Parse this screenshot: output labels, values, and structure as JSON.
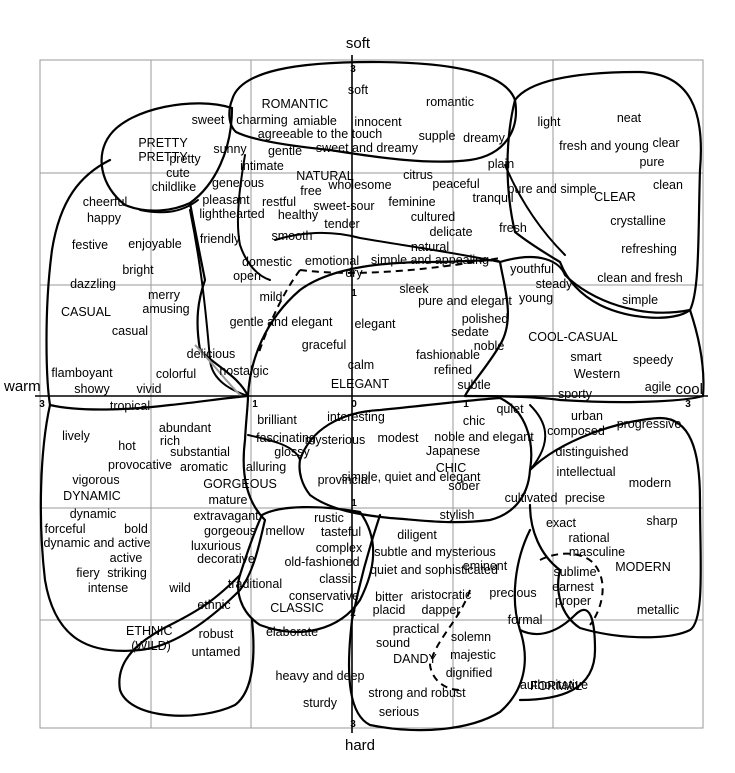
{
  "poles": {
    "top": "soft",
    "bottom": "hard",
    "left": "warm",
    "right": "cool"
  },
  "ticks": [
    "3",
    "1",
    "1",
    "0",
    "1",
    "1",
    "2",
    "3",
    "3",
    "3"
  ],
  "categories": [
    "ROMANTIC",
    "PRETTY",
    "NATURAL",
    "CLEAR",
    "CASUAL",
    "ELEGANT",
    "COOL-CASUAL",
    "GORGEOUS",
    "CHIC",
    "DYNAMIC",
    "MODERN",
    "CLASSIC",
    "ETHNIC\n(WILD)",
    "DANDY",
    "FORMAL"
  ],
  "words": [
    "soft",
    "romantic",
    "sweet",
    "charming",
    "amiable",
    "innocent",
    "agreeable to the touch",
    "supple",
    "dreamy",
    "sweet and dreamy",
    "PRETTY",
    "pretty",
    "cute",
    "childlike",
    "sunny",
    "gentle",
    "intimate",
    "generous",
    "pleasant",
    "lighthearted",
    "restful",
    "healthy",
    "friendly",
    "free",
    "citrus",
    "wholesome",
    "peaceful",
    "plain",
    "light",
    "neat",
    "fresh and young",
    "clear",
    "pure",
    "clean",
    "cheerful",
    "happy",
    "festive",
    "enjoyable",
    "bright",
    "dazzling",
    "merry",
    "amusing",
    "casual",
    "sweet-sour",
    "feminine",
    "cultured",
    "tender",
    "delicate",
    "tranquil",
    "fresh",
    "pure and simple",
    "crystalline",
    "refreshing",
    "clean and fresh",
    "simple",
    "smooth",
    "natural",
    "simple and appealing",
    "domestic",
    "emotional",
    "open",
    "dry",
    "youthful",
    "steady",
    "young",
    "mild",
    "sleek",
    "pure and elegant",
    "gentle and elegant",
    "elegant",
    "polished",
    "graceful",
    "sedate",
    "noble",
    "delicious",
    "fashionable",
    "refined",
    "calm",
    "smart",
    "speedy",
    "Western",
    "flamboyant",
    "colorful",
    "showy",
    "vivid",
    "nostalgic",
    "subtle",
    "agile",
    "sporty",
    "tropical",
    "brilliant",
    "interesting",
    "quiet",
    "urban",
    "progressive",
    "composed",
    "lively",
    "abundant",
    "rich",
    "fascinating",
    "mysterious",
    "modest",
    "chic",
    "noble and elegant",
    "hot",
    "substantial",
    "glossy",
    "Japanese",
    "distinguished",
    "provocative",
    "aromatic",
    "alluring",
    "vigorous",
    "intellectual",
    "modern",
    "provincial",
    "simple, quiet and elegant",
    "sober",
    "mature",
    "cultivated",
    "precise",
    "dynamic",
    "extravagant",
    "stylish",
    "forceful",
    "bold",
    "gorgeous",
    "rustic",
    "tasteful",
    "sharp",
    "exact",
    "rational",
    "dynamic and active",
    "luxurious",
    "mellow",
    "complex",
    "diligent",
    "subtle and mysterious",
    "masculine",
    "active",
    "decorative",
    "old-fashioned",
    "quiet and sophisticated",
    "eminent",
    "sublime",
    "fiery",
    "striking",
    "classic",
    "earnest",
    "intense",
    "wild",
    "traditional",
    "conservative",
    "proper",
    "bitter",
    "aristocratic",
    "precious",
    "placid",
    "dapper",
    "ethnic",
    "metallic",
    "formal",
    "robust",
    "elaborate",
    "practical",
    "untamed",
    "sound",
    "solemn",
    "majestic",
    "dignified",
    "heavy and deep",
    "authoritative",
    "sturdy",
    "strong and robust",
    "serious"
  ]
}
